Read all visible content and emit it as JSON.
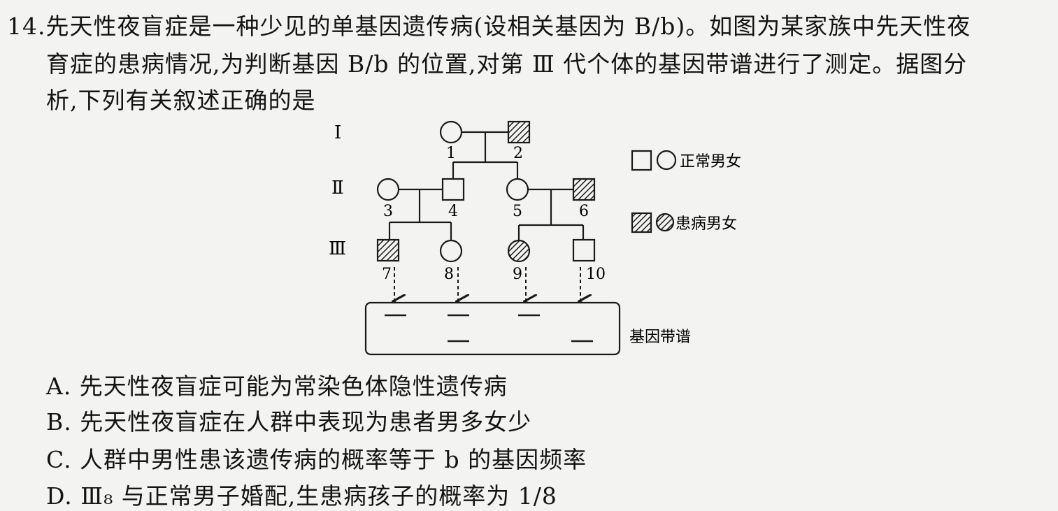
{
  "question": {
    "number": "14.",
    "lines": [
      "先天性夜盲症是一种少见的单基因遗传病(设相关基因为 B/b)。如图为某家族中先天性夜",
      "育症的患病情况,为判断基因 B/b 的位置,对第 Ⅲ 代个体的基因带谱进行了测定。据图分",
      "析,下列有关叙述正确的是"
    ]
  },
  "pedigree": {
    "generations": [
      "Ⅰ",
      "Ⅱ",
      "Ⅲ"
    ],
    "individuals": [
      "1",
      "2",
      "3",
      "4",
      "5",
      "6",
      "7",
      "8",
      "9",
      "10"
    ],
    "legend": {
      "normal": "正常男女",
      "affected": "患病男女"
    },
    "band_label": "基因带谱"
  },
  "options": [
    "A. 先天性夜盲症可能为常染色体隐性遗传病",
    "B. 先天性夜盲症在人群中表现为患者男多女少",
    "C. 人群中男性患该遗传病的概率等于 b 的基因频率",
    "D. Ⅲ₈ 与正常男子婚配,生患病孩子的概率为 1/8"
  ]
}
